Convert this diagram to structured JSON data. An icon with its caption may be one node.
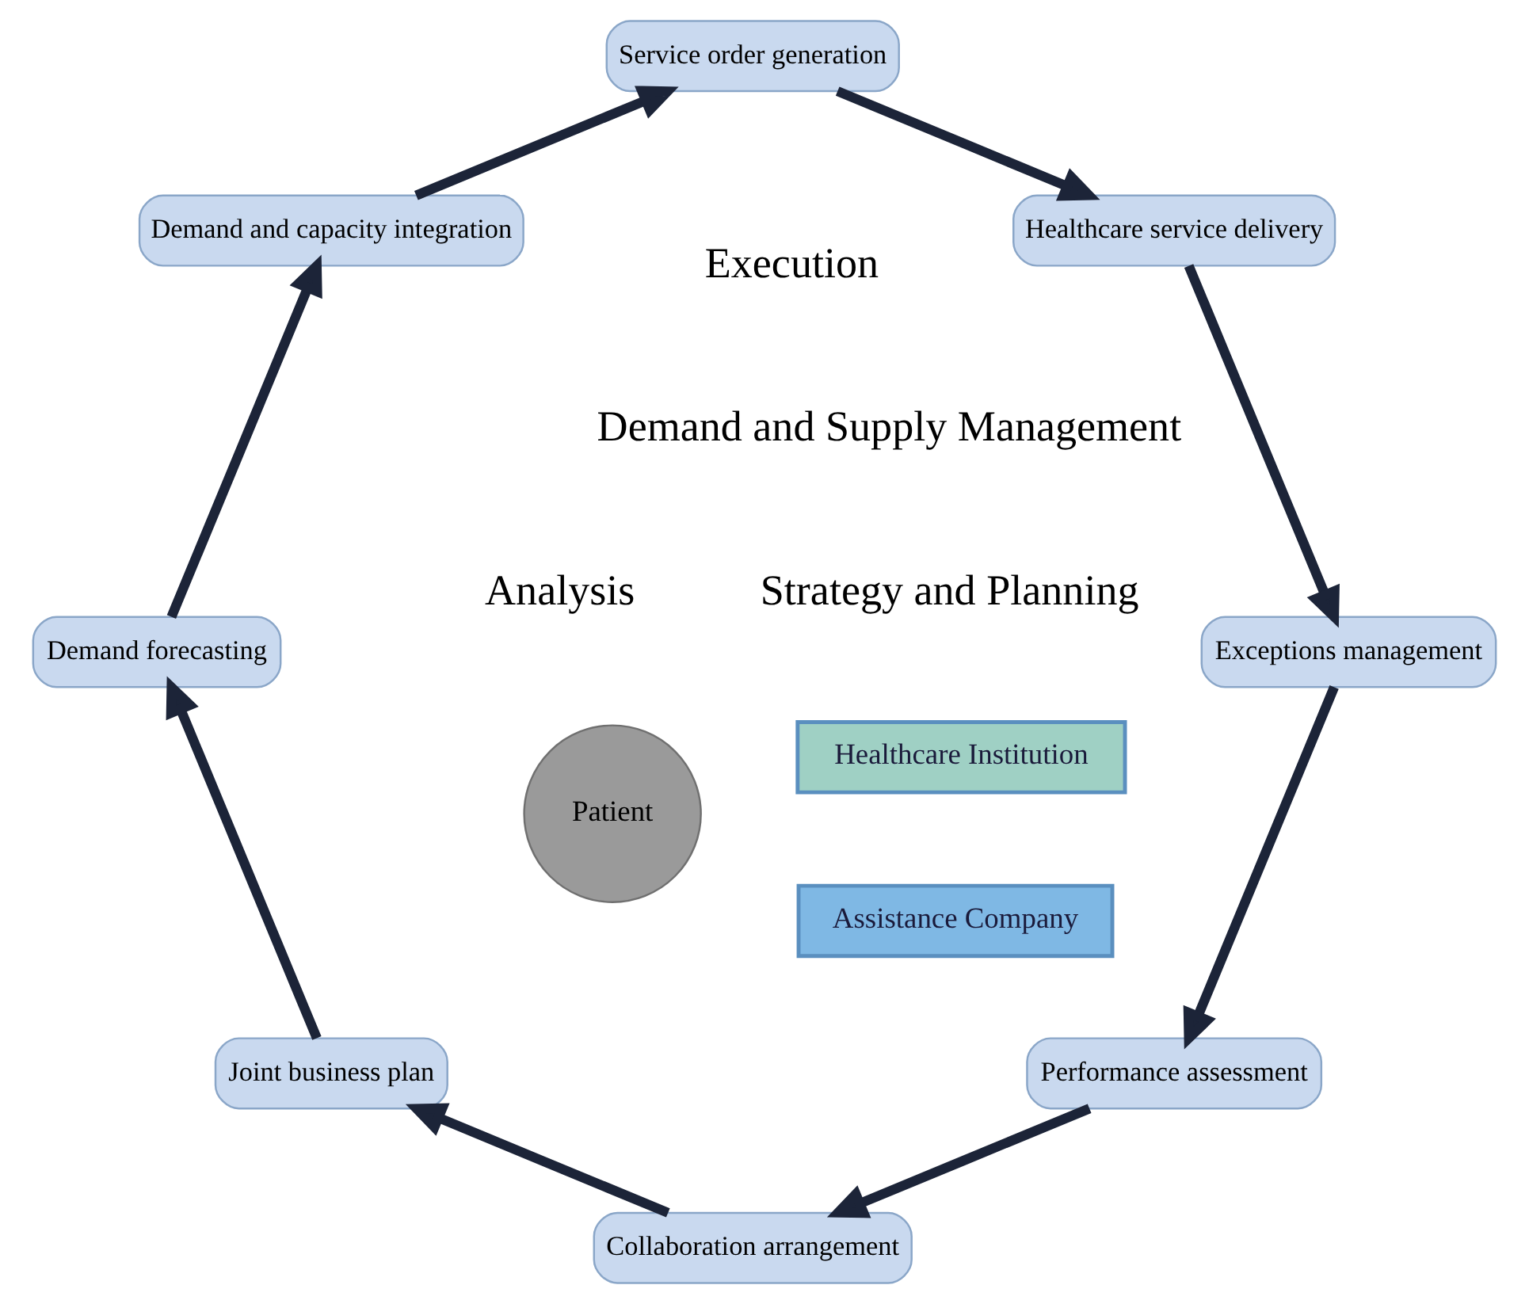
{
  "diagram": {
    "nodes": [
      {
        "text": [
          "Healthcare Institution"
        ]
      },
      {
        "text": [
          "Performance assessment"
        ]
      },
      {
        "text": [
          "Collaboration arrangement"
        ]
      },
      {
        "text": [
          "Assistance Company"
        ]
      },
      {
        "text": [
          "Exceptions management"
        ]
      },
      {
        "text": [
          "Joint business plan"
        ]
      },
      {
        "text": [
          "Patient"
        ]
      },
      {
        "text": [
          "Healthcare service delivery"
        ]
      },
      {
        "text": [
          "Demand forecasting"
        ]
      },
      {
        "text": [
          "Service order generation"
        ]
      },
      {
        "text": [
          "Demand and capacity integration"
        ]
      }
    ],
    "edges": [
      {
        "from": 1,
        "to": 2,
        "arrow": "to"
      },
      {
        "from": 2,
        "to": 5,
        "arrow": "to"
      },
      {
        "from": 5,
        "to": 8,
        "arrow": "to"
      },
      {
        "from": 8,
        "to": 10,
        "arrow": "to"
      },
      {
        "from": 10,
        "to": 9,
        "arrow": "to"
      },
      {
        "from": 9,
        "to": 7,
        "arrow": "to"
      },
      {
        "from": 7,
        "to": 4,
        "arrow": "to"
      },
      {
        "from": 4,
        "to": 1,
        "arrow": "to"
      }
    ],
    "labels": [
      "Analysis",
      "Strategy and Planning",
      "Demand and Supply Management",
      "Execution"
    ]
  }
}
